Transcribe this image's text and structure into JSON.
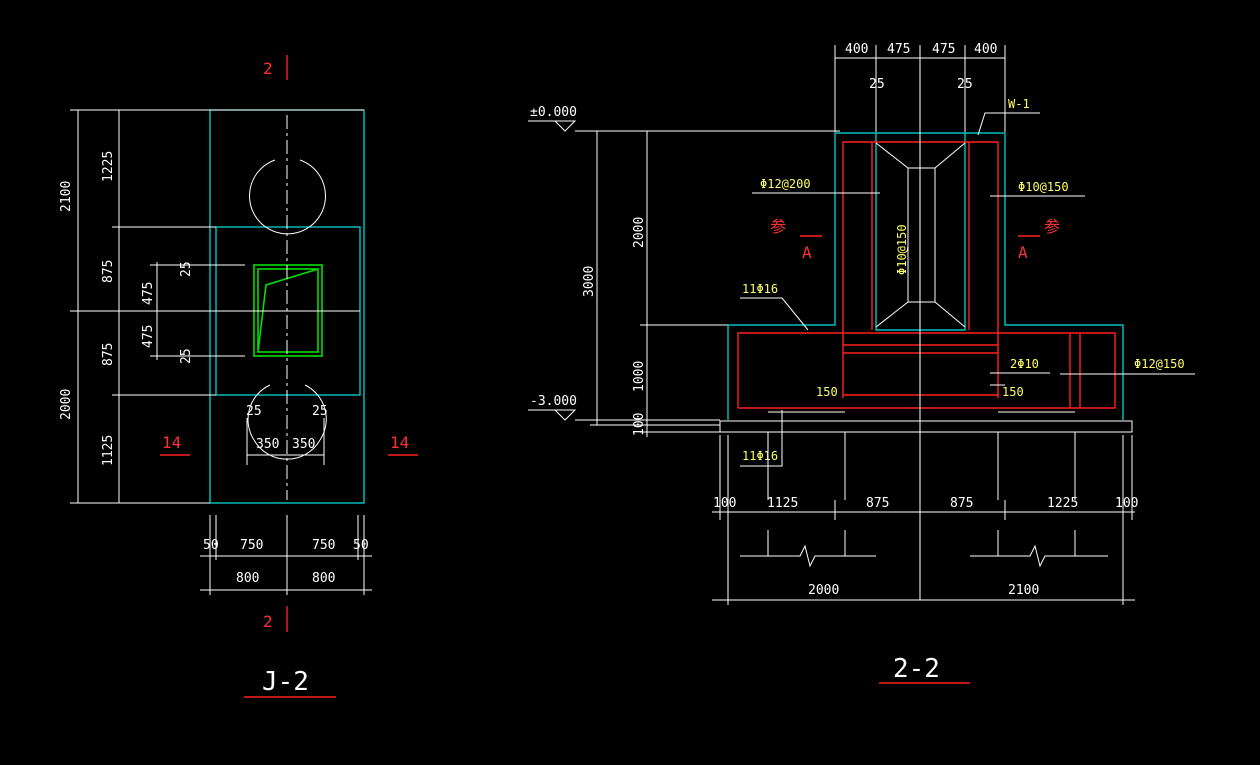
{
  "left_view": {
    "title": "J-2",
    "section_mark": "2",
    "side_mark": "14",
    "v_dims_outer": [
      "2100",
      "2000"
    ],
    "v_dims_inner": [
      "1225",
      "875",
      "875",
      "1125"
    ],
    "v_dims_pier": [
      "475",
      "475"
    ],
    "cover": "25",
    "h_dims_top": [
      "350",
      "350"
    ],
    "h_dims_row1": [
      "50",
      "750",
      "750",
      "50"
    ],
    "h_dims_row2": [
      "800",
      "800"
    ]
  },
  "right_view": {
    "title": "2-2",
    "elev_top": "±0.000",
    "elev_bottom": "-3.000",
    "top_dims": [
      "400",
      "475",
      "475",
      "400"
    ],
    "top_cover": "25",
    "v_dims_a": [
      "2000",
      "1000",
      "100"
    ],
    "v_dim_total": "3000",
    "bottom_dims": [
      "100",
      "1125",
      "875",
      "875",
      "1225",
      "100"
    ],
    "bottom_totals": [
      "2000",
      "2100"
    ],
    "labels": {
      "w1": "W-1",
      "rebar_top_left": "Φ12@200",
      "rebar_top_right": "Φ10@150",
      "rebar_vertical": "Φ10@150",
      "bars_upper": "11Φ16",
      "bars_lower": "11Φ16",
      "two_bars": "2Φ10",
      "rebar_right": "Φ12@150",
      "hook_left": "150",
      "hook_right": "150",
      "ref_char": "参",
      "ref_letter": "A"
    }
  }
}
